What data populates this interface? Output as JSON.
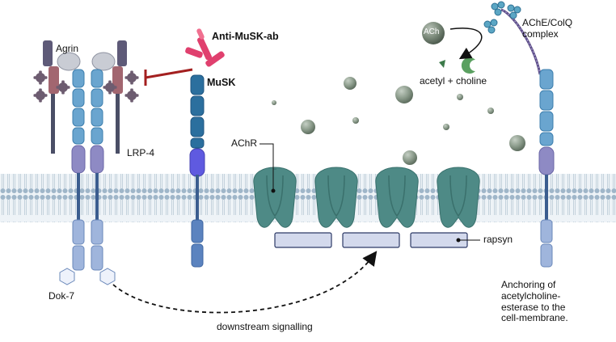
{
  "labels": {
    "agrin": "Agrin",
    "lrp4": "LRP-4",
    "dok7": "Dok-7",
    "anti_musk": "Anti-MuSK-ab",
    "musk": "MuSK",
    "ach": "ACh",
    "acetyl_choline": "acetyl + choline",
    "ache_colq": "AChE/ColQ\ncomplex",
    "achr": "AChR",
    "rapsyn": "rapsyn",
    "downstream": "downstream signalling",
    "anchoring": "Anchoring of\nacetylcholine-\nesterase to the\ncell-membrane."
  },
  "colors": {
    "membrane_head": "#9fb6c9",
    "membrane_tail": "#dfe7ee",
    "receptor_teal": "#4e8a86",
    "lrp4_mauve": "#a26670",
    "purple_domain": "#8e8ac4",
    "blue_domain": "#6aa5cf",
    "musk_dark_blue": "#2b6f9e",
    "musk_violet": "#5f5ae0",
    "antibody_pink": "#e0406e",
    "inhibit_red": "#a31f1f",
    "ach_sphere": "#8a9a8a",
    "colq_purple": "#5b4b86"
  },
  "icons": {
    "gear": "gear-icon",
    "antibody": "antibody-icon",
    "inhibition": "inhibition-arrow-icon",
    "ach": "ach-molecule-icon"
  }
}
